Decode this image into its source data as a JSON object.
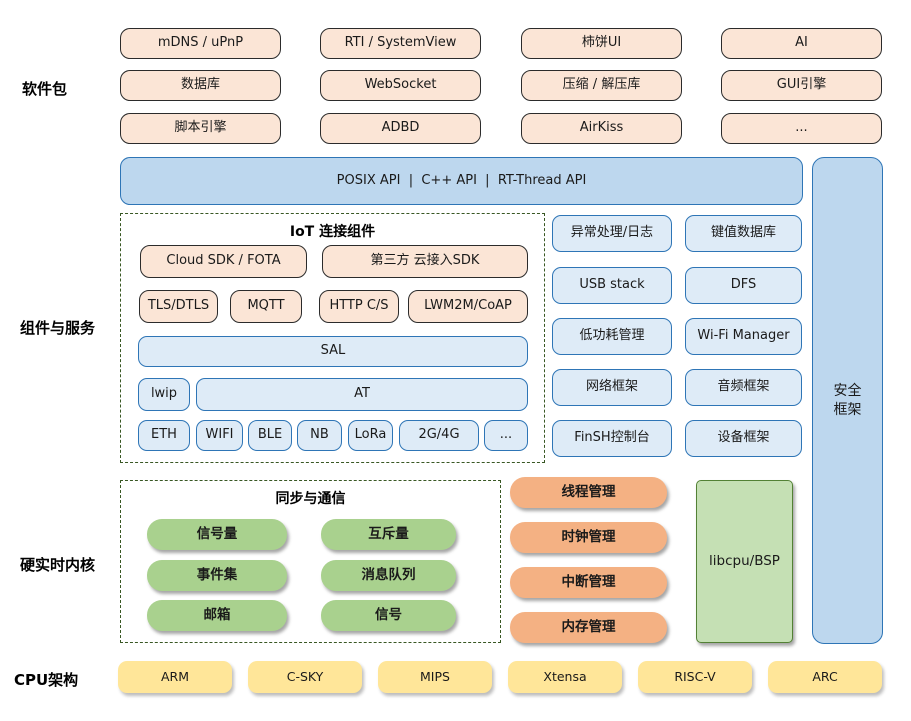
{
  "sections": {
    "packages": {
      "label": "软件包",
      "rows": [
        [
          "mDNS / uPnP",
          "RTI / SystemView",
          "柿饼UI",
          "AI"
        ],
        [
          "数据库",
          "WebSocket",
          "压缩 / 解压库",
          "GUI引擎"
        ],
        [
          "脚本引擎",
          "ADBD",
          "AirKiss",
          "..."
        ]
      ]
    },
    "api_bar": {
      "text": "POSIX API  |  C++ API  |  RT-Thread API"
    },
    "security": {
      "line1": "安全",
      "line2": "框架"
    },
    "components": {
      "label": "组件与服务",
      "iot": {
        "title": "IoT 连接组件",
        "cloud_sdk": "Cloud SDK / FOTA",
        "third_party_sdk": "第三方 云接入SDK",
        "protocols": [
          "TLS/DTLS",
          "MQTT",
          "HTTP C/S",
          "LWM2M/CoAP"
        ],
        "sal": "SAL",
        "lwip": "lwip",
        "at": "AT",
        "links": [
          "ETH",
          "WIFI",
          "BLE",
          "NB",
          "LoRa",
          "2G/4G",
          "..."
        ]
      },
      "services": [
        [
          "异常处理/日志",
          "键值数据库"
        ],
        [
          "USB stack",
          "DFS"
        ],
        [
          "低功耗管理",
          "Wi-Fi Manager"
        ],
        [
          "网络框架",
          "音频框架"
        ],
        [
          "FinSH控制台",
          "设备框架"
        ]
      ]
    },
    "kernel": {
      "label": "硬实时内核",
      "ipc": {
        "title": "同步与通信",
        "items": [
          [
            "信号量",
            "互斥量"
          ],
          [
            "事件集",
            "消息队列"
          ],
          [
            "邮箱",
            "信号"
          ]
        ]
      },
      "managers": [
        "线程管理",
        "时钟管理",
        "中断管理",
        "内存管理"
      ],
      "libcpu": "libcpu/BSP"
    },
    "cpu": {
      "label": "CPU架构",
      "items": [
        "ARM",
        "C-SKY",
        "MIPS",
        "Xtensa",
        "RISC-V",
        "ARC"
      ]
    }
  },
  "colors": {
    "package_fill": "#FBE5D6",
    "blue_fill": "#DEEBF7",
    "api_bar_fill": "#BDD7EE",
    "blue_border": "#2E75B6",
    "kernel_green": "#A9D18E",
    "libcpu_green": "#C5E0B4",
    "manager_orange": "#F4B183",
    "cpu_yellow": "#FFE699",
    "dashed_border": "#385723"
  }
}
